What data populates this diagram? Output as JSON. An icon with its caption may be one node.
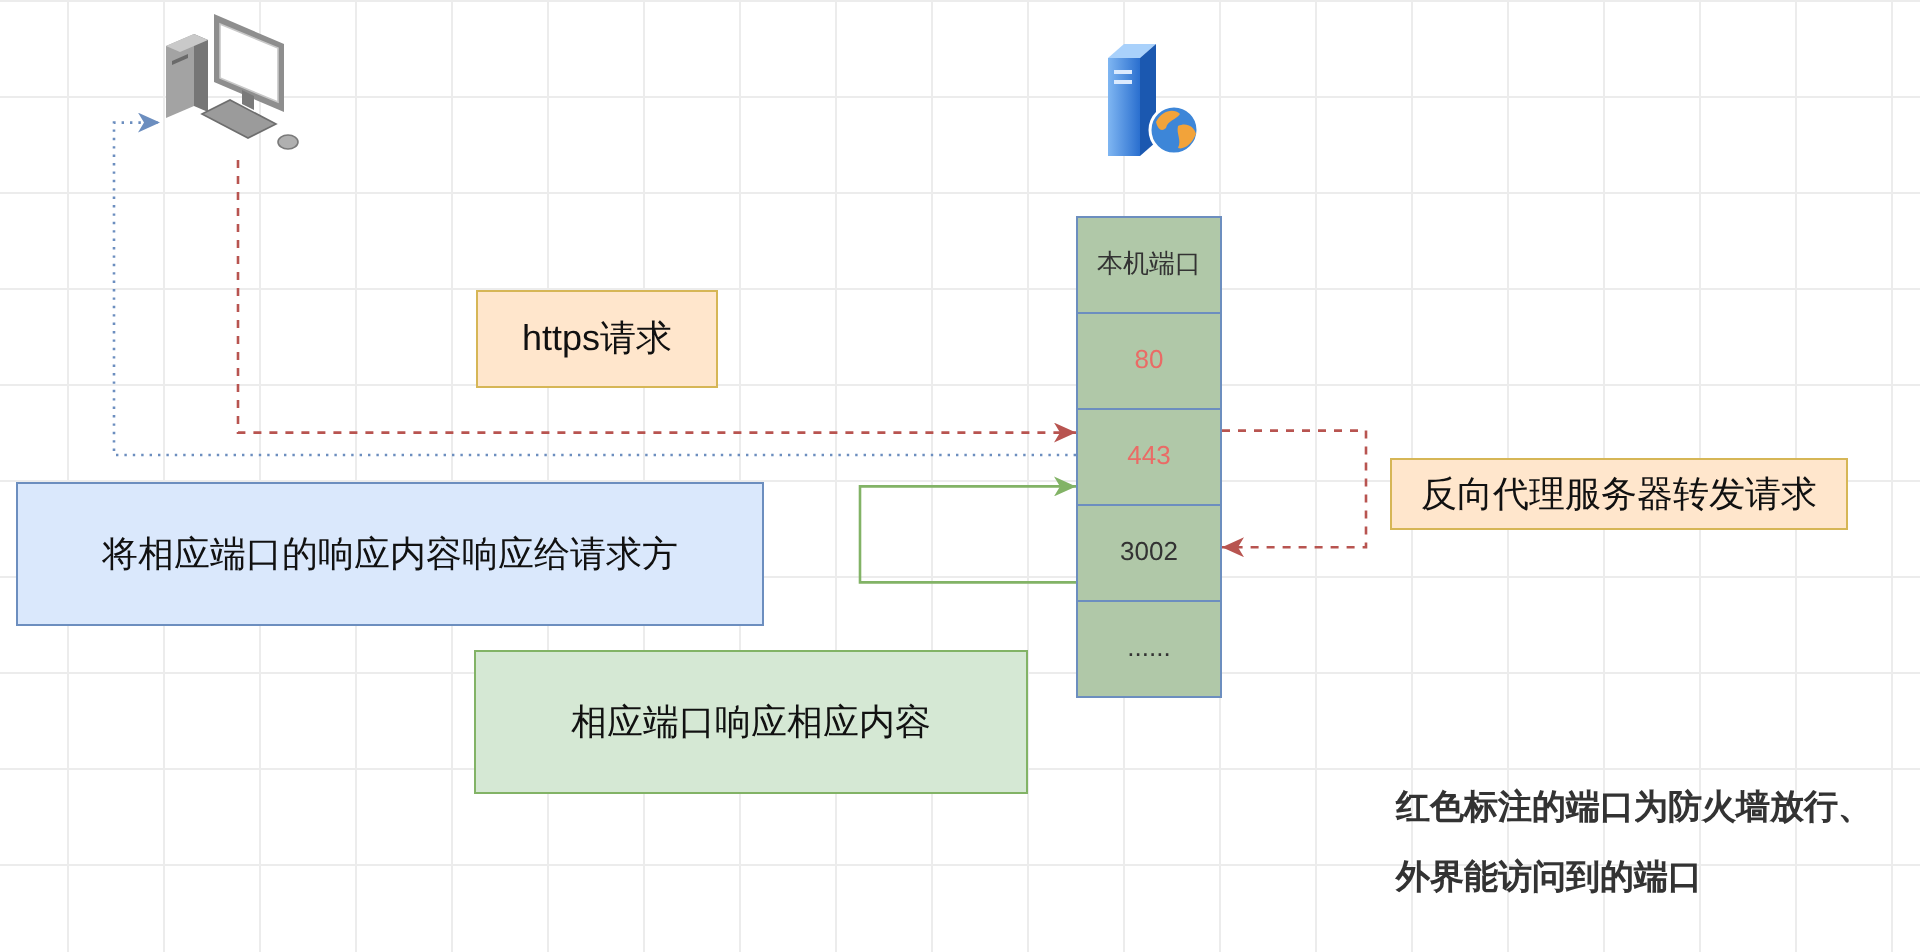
{
  "diagram": {
    "nodes": [
      {
        "text": [],
        "shape": "picture"
      },
      {
        "text": [
          "本机端口"
        ]
      },
      {
        "text": [
          "80"
        ]
      },
      {
        "text": [
          "443"
        ]
      },
      {
        "text": [
          "3002"
        ]
      },
      {
        "text": [
          "......"
        ]
      },
      {
        "text": [
          "https请求"
        ]
      },
      {
        "text": [
          "反向代理服务器转发请求"
        ]
      },
      {
        "text": [
          "将相应端口的响应内容响应给请求方"
        ]
      },
      {
        "text": [
          "相应端口响应相应内容"
        ]
      }
    ],
    "edges": [
      {
        "from": 0,
        "to": 3,
        "arrow": "to",
        "style": "dashed",
        "color": "#b85450"
      },
      {
        "from": 3,
        "to": 0,
        "arrow": "to",
        "style": "dashed",
        "color": "#6c8ebf"
      },
      {
        "from": 3,
        "to": 4,
        "arrow": "to",
        "style": "dashed",
        "color": "#b85450"
      },
      {
        "from": 4,
        "to": 3,
        "arrow": "to",
        "color": "#82b366"
      }
    ],
    "labels": [
      "红色标注的端口为防火墙放行、外界能访问到的端口"
    ]
  }
}
